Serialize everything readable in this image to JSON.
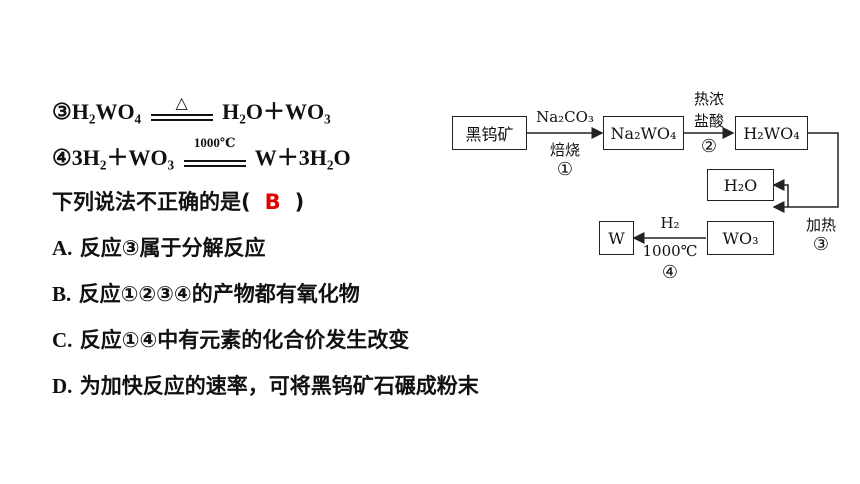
{
  "equations": {
    "eq3": {
      "num": "③",
      "lhs": "H₂WO₄",
      "condition": "△",
      "rhs": "H₂O＋WO₃"
    },
    "eq4": {
      "num": "④",
      "lhs": "3H₂＋WO₃",
      "condition": "1000℃",
      "rhs": "W＋3H₂O"
    }
  },
  "question": {
    "prefix": "下列说法不正确的是(",
    "answer": "B",
    "suffix": ")"
  },
  "options": [
    {
      "letter": "A.",
      "text": "反应③属于分解反应"
    },
    {
      "letter": "B.",
      "text": "反应①②③④的产物都有氧化物"
    },
    {
      "letter": "C.",
      "text": "反应①④中有元素的化合价发生改变"
    },
    {
      "letter": "D.",
      "text": "为加快反应的速率，可将黑钨矿石碾成粉末"
    }
  ],
  "diagram": {
    "box_ore": "黑钨矿",
    "box_na2wo4": "Na₂WO₄",
    "box_h2wo4": "H₂WO₄",
    "box_h2o": "H₂O",
    "box_wo3": "WO₃",
    "box_w": "W",
    "step1_top": "Na₂CO₃",
    "step1_bottom": "焙烧",
    "step1_num": "①",
    "step2_top1": "热浓",
    "step2_top2": "盐酸",
    "step2_num": "②",
    "step3_label": "加热",
    "step3_num": "③",
    "step4_top": "H₂",
    "step4_bottom": "1000℃",
    "step4_num": "④"
  }
}
